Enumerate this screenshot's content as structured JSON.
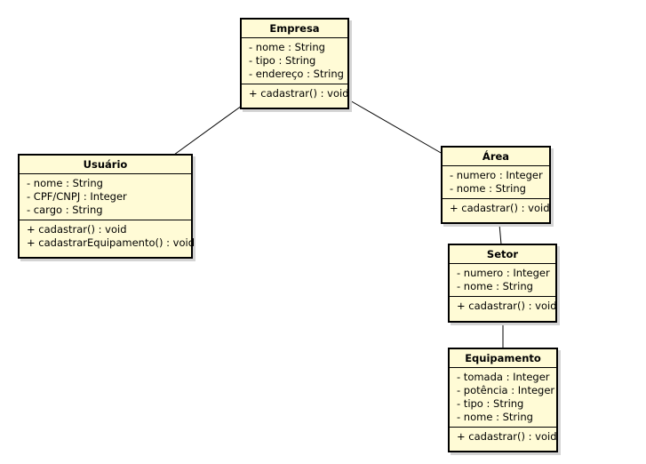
{
  "diagram": {
    "classes": [
      {
        "id": "empresa",
        "name": "Empresa",
        "attributes": [
          "- nome : String",
          "- tipo : String",
          "- endereço : String"
        ],
        "operations": [
          "+ cadastrar() : void"
        ]
      },
      {
        "id": "usuario",
        "name": "Usuário",
        "attributes": [
          "- nome : String",
          "- CPF/CNPJ : Integer",
          "- cargo : String"
        ],
        "operations": [
          "+ cadastrar() : void",
          "+ cadastrarEquipamento() : void"
        ]
      },
      {
        "id": "area",
        "name": "Área",
        "attributes": [
          "- numero : Integer",
          "- nome : String"
        ],
        "operations": [
          "+ cadastrar() : void"
        ]
      },
      {
        "id": "setor",
        "name": "Setor",
        "attributes": [
          "- numero : Integer",
          "- nome : String"
        ],
        "operations": [
          "+ cadastrar() : void"
        ]
      },
      {
        "id": "equipamento",
        "name": "Equipamento",
        "attributes": [
          "- tomada : Integer",
          "- potência : Integer",
          "- tipo : String",
          "- nome : String"
        ],
        "operations": [
          "+ cadastrar() : void"
        ]
      }
    ],
    "associations": [
      {
        "from": "empresa",
        "to": "usuario"
      },
      {
        "from": "empresa",
        "to": "area"
      },
      {
        "from": "area",
        "to": "setor"
      },
      {
        "from": "setor",
        "to": "equipamento"
      }
    ],
    "colors": {
      "class_fill": "#fffbd6",
      "border": "#000000",
      "shadow": "#d4d4d4",
      "line": "#000000"
    }
  }
}
